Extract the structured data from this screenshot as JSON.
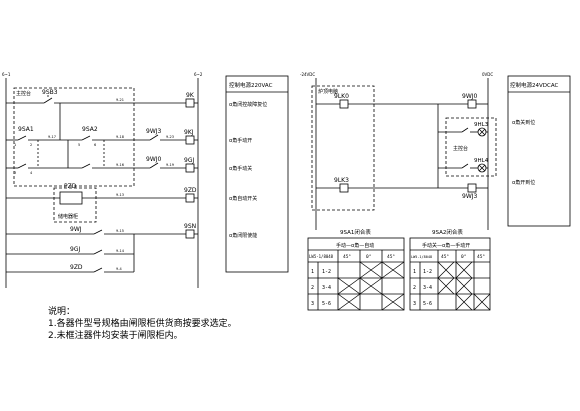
{
  "left_circuit": {
    "rail_left": "6~1",
    "rail_right": "6~2",
    "host_box": "主控台",
    "components": {
      "sb3": "9SB3",
      "sa1": "9SA1",
      "sa2": "9SA2",
      "wj3": "9WJ3",
      "wj0": "9WJ0",
      "pzd": "PZD",
      "pzd_note": "储电器柜",
      "wj": "9WJ",
      "gj": "9GJ",
      "zd": "9ZD"
    },
    "wire_numbers": [
      "9-21",
      "9-17",
      "9-18",
      "9-23",
      "9-16",
      "9-19",
      "9-13",
      "9-15",
      "9-14",
      "9-4"
    ],
    "coils": [
      "9K",
      "9KJ",
      "9GJ",
      "9ZD",
      "9SN"
    ],
    "contact_numbers": [
      "1",
      "2",
      "3",
      "4",
      "5",
      "6"
    ]
  },
  "control_panel_1": {
    "header": "控制电源220VAC",
    "items": [
      "α角闭控故障复位",
      "α角手动开",
      "α角手动关",
      "α角自动开关",
      "α角闭限使能"
    ]
  },
  "right_circuit": {
    "rail_left": "-24VDC",
    "rail_right": "0VDC",
    "protect_box": "炉顶电脑",
    "host_box": "主控台",
    "components": {
      "lk0": "9LK0",
      "lk3": "9LK3",
      "wj0": "9WJ0",
      "wj3": "9WJ3",
      "hl3": "9HL3",
      "hl4": "9HL4"
    }
  },
  "control_panel_2": {
    "header": "控制电源24VDCAC",
    "items": [
      "α角关到位",
      "α角开到位"
    ]
  },
  "table_sa1": {
    "title": "9SA1闭合表",
    "header_label": "手动—α角—自动",
    "col_headers": [
      "LW5-1/8048",
      "45°",
      "0°",
      "45°"
    ],
    "rows": [
      {
        "index": "1",
        "contacts": "1-2"
      },
      {
        "index": "2",
        "contacts": "3-4"
      },
      {
        "index": "3",
        "contacts": "5-6"
      }
    ],
    "marks": [
      [
        false,
        true,
        true
      ],
      [
        true,
        true,
        false
      ],
      [
        true,
        false,
        true
      ]
    ]
  },
  "table_sa2": {
    "title": "9SA2闭合表",
    "header_label": "手动关—α角—手动开",
    "col_headers": [
      "LW5-1/8048",
      "45°",
      "0°",
      "45°"
    ],
    "rows": [
      {
        "index": "1",
        "contacts": "1-2"
      },
      {
        "index": "2",
        "contacts": "3-4"
      },
      {
        "index": "3",
        "contacts": "5-6"
      }
    ],
    "marks": [
      [
        true,
        true,
        false
      ],
      [
        true,
        true,
        false
      ],
      [
        false,
        true,
        true
      ]
    ]
  },
  "notes": {
    "heading": "说明：",
    "lines": [
      "1.各器件型号规格由闸限柜供货商按要求选定。",
      "2.未框注器件均安装于闸限柜内。"
    ]
  }
}
